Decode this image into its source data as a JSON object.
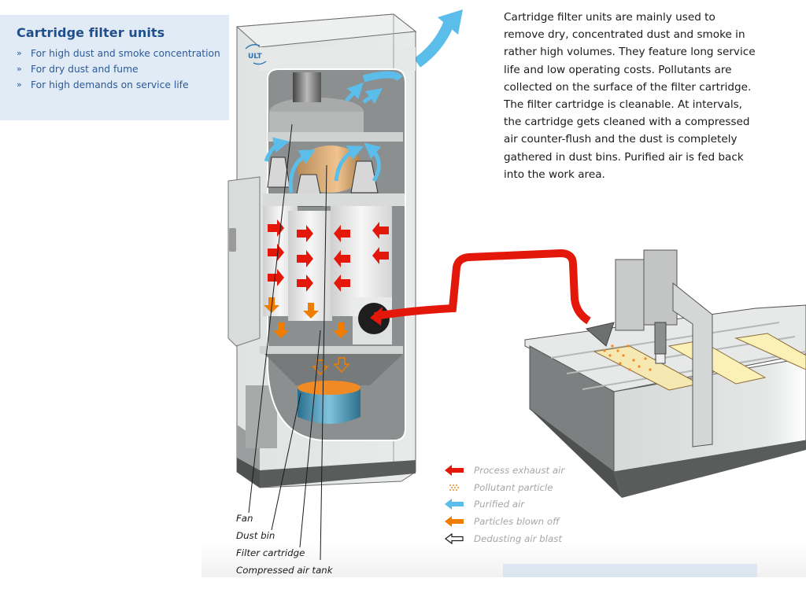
{
  "info_box": {
    "title": "Cartridge filter units",
    "items": [
      {
        "bullet": "»",
        "text": "For high dust and smoke concentration"
      },
      {
        "bullet": "»",
        "text": "For dry dust and fume"
      },
      {
        "bullet": "»",
        "text": "For high demands on service life"
      }
    ]
  },
  "description": "Cartridge filter units are mainly used to remove dry, concentrated dust and smoke in rather high volumes. They feature long service life and low operating costs. Pollutants are collected on the surface of the filter cartridge. The filter cartridge is cleanable. At intervals, the cartridge gets cleaned with a compressed air counter-flush and the dust is completely gathered in dust bins. Purified air is fed back into the work area.",
  "diagram": {
    "brand_logo": "ULT",
    "component_labels": [
      "Fan",
      "Dust bin",
      "Filter cartridge",
      "Compressed air tank"
    ]
  },
  "legend": [
    {
      "icon": "red-arrow-icon",
      "label": "Process exhaust air",
      "color": "#e3170a"
    },
    {
      "icon": "dots-icon",
      "label": "Pollutant particle",
      "color": "#f08a24"
    },
    {
      "icon": "blue-arrow-icon",
      "label": "Purified air",
      "color": "#5bbdea"
    },
    {
      "icon": "orange-arrow-icon",
      "label": "Particles blown off",
      "color": "#f07d00"
    },
    {
      "icon": "outline-arrow-icon",
      "label": "Dedusting air blast",
      "color": "#1a1a1a"
    }
  ]
}
